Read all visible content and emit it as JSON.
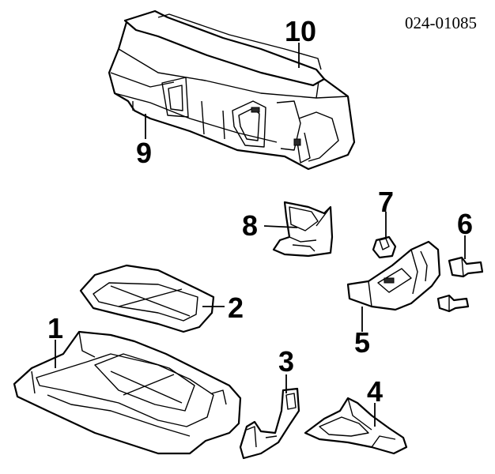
{
  "diagram_code": "024-01085",
  "callouts": {
    "c1": "1",
    "c2": "2",
    "c3": "3",
    "c4": "4",
    "c5": "5",
    "c6": "6",
    "c7": "7",
    "c8": "8",
    "c9": "9",
    "c10": "10"
  }
}
